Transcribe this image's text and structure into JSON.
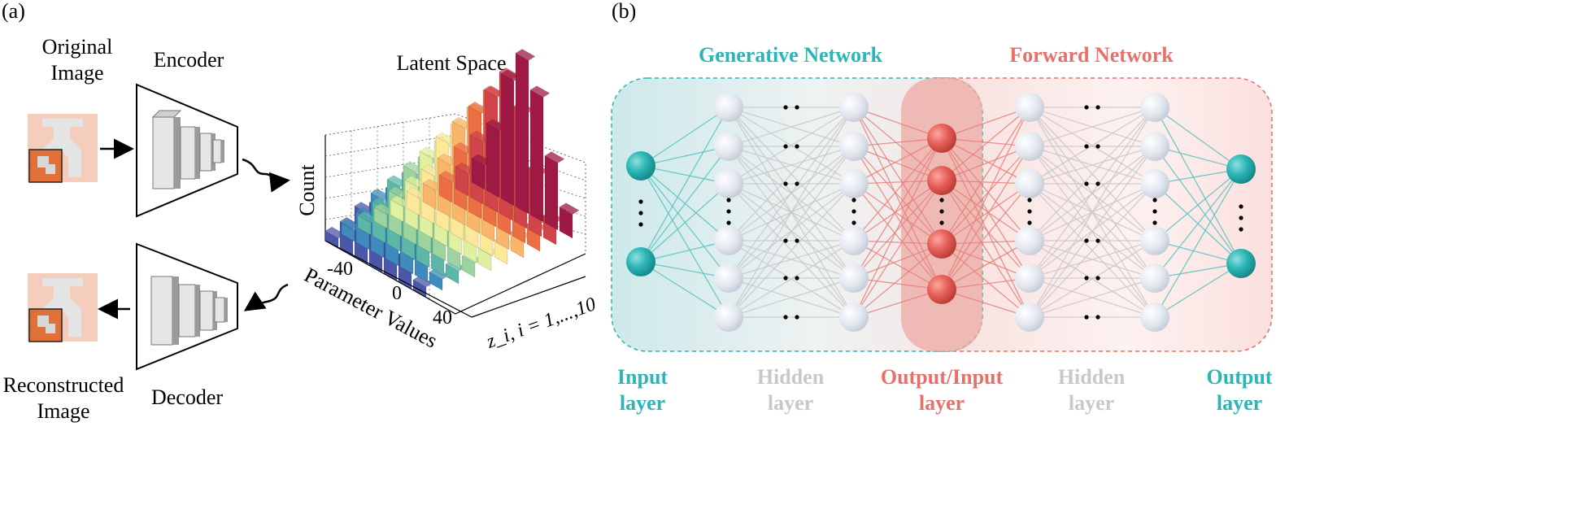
{
  "panel_a": {
    "label": "(a)",
    "original_image_line1": "Original",
    "original_image_line2": "Image",
    "encoder": "Encoder",
    "decoder": "Decoder",
    "latent_space": "Latent Space",
    "reconstructed_line1": "Reconstructed",
    "reconstructed_line2": "Image",
    "z_axis_label": "Count",
    "x_axis_label": "Parameter Values",
    "x_ticks": [
      "-40",
      "0",
      "40"
    ],
    "y_axis_label": "z_i, i = 1,...,10"
  },
  "panel_b": {
    "label": "(b)",
    "generative_network": "Generative Network",
    "forward_network": "Forward Network",
    "input_layer_line1": "Input",
    "input_layer_line2": "layer",
    "hidden_line1": "Hidden",
    "hidden_line2": "layer",
    "output_input_line1": "Output/Input",
    "output_input_line2": "layer",
    "hidden2_line1": "Hidden",
    "hidden2_line2": "layer",
    "output_layer_line1": "Output",
    "output_layer_line2": "layer"
  },
  "colors": {
    "teal": "#2bb5b5",
    "salmon": "#e8706a",
    "gray_node": "#dde2ec",
    "hidden_text": "#c8c8c8",
    "orange_block": "#e0703a",
    "pale_block": "#f5cdbd"
  }
}
